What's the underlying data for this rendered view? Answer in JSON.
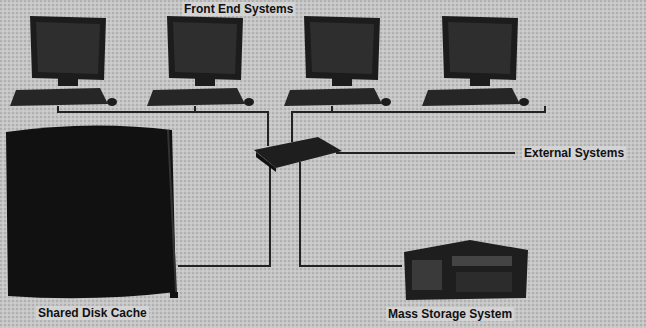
{
  "diagram": {
    "labels": [
      "Front End Systems",
      "External Systems",
      "Shared Disk Cache",
      "Mass Storage System"
    ]
  }
}
